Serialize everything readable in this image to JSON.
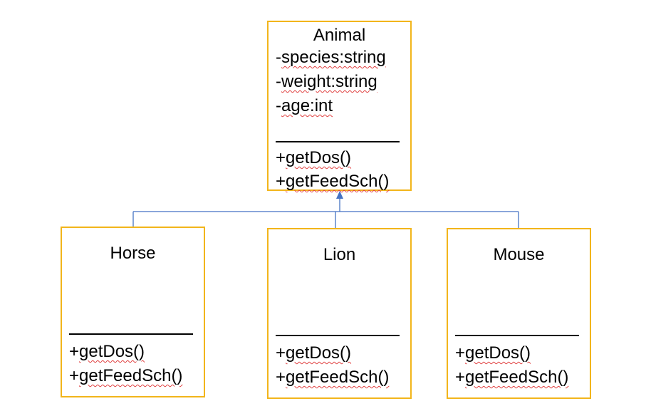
{
  "colors": {
    "box_border": "#f2b51b",
    "connector": "#4472c4",
    "spellcheck": "#e04040"
  },
  "animal": {
    "name": "Animal",
    "attr_prefix": "-",
    "attributes": [
      "species:string",
      "weight:string",
      "age:int"
    ],
    "method_prefix": "+",
    "methods": [
      "getDos()",
      "getFeedSch()"
    ]
  },
  "horse": {
    "name": "Horse",
    "method_prefix": "+",
    "methods": [
      "getDos()",
      "getFeedSch()"
    ]
  },
  "lion": {
    "name": "Lion",
    "method_prefix": "+",
    "methods": [
      "getDos()",
      "getFeedSch()"
    ]
  },
  "mouse": {
    "name": "Mouse",
    "method_prefix": "+",
    "methods": [
      "getDos()",
      "getFeedSch()"
    ]
  }
}
